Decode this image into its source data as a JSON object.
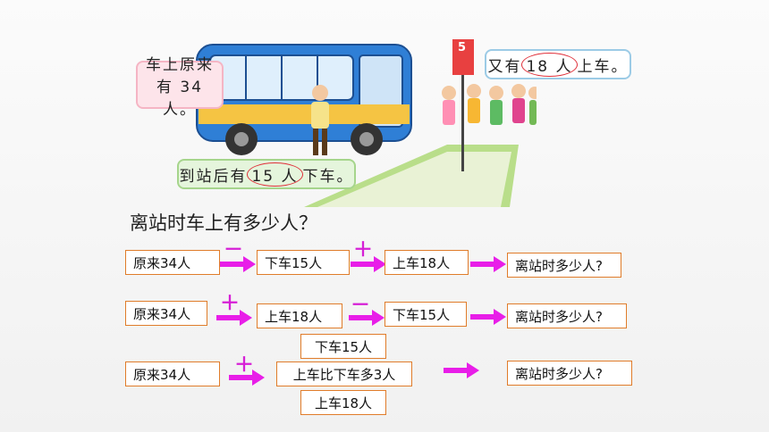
{
  "scene": {
    "bubble_left_line1": "车上原来",
    "bubble_left_line2": "有 34 人。",
    "bubble_right_pre": "又有",
    "bubble_right_num": "18 人",
    "bubble_right_post": "上车。",
    "bubble_bottom_pre": "到站后有",
    "bubble_bottom_num": "15 人",
    "bubble_bottom_post": "下车。",
    "bus_stop_number": "5"
  },
  "question": "离站时车上有多少人？",
  "rows": [
    {
      "start": "原来34人",
      "op1": "－",
      "mid1": "下车15人",
      "op2": "＋",
      "mid2": "上车18人",
      "result": "离站时多少人?"
    },
    {
      "start": "原来34人",
      "op1": "＋",
      "mid1": "上车18人",
      "op2": "－",
      "mid2": "下车15人",
      "result": "离站时多少人?"
    },
    {
      "start": "原来34人",
      "op1": "＋",
      "top": "下车15人",
      "mid1": "上车比下车多3人",
      "bottom": "上车18人",
      "result": "离站时多少人?"
    }
  ],
  "colors": {
    "arrow": "#e81ee8",
    "box_border": "#e07c2a",
    "circle": "#e0303a"
  },
  "icons": [
    "right-arrow-icon",
    "bus-illustration",
    "bus-stop-sign",
    "children-illustration"
  ]
}
